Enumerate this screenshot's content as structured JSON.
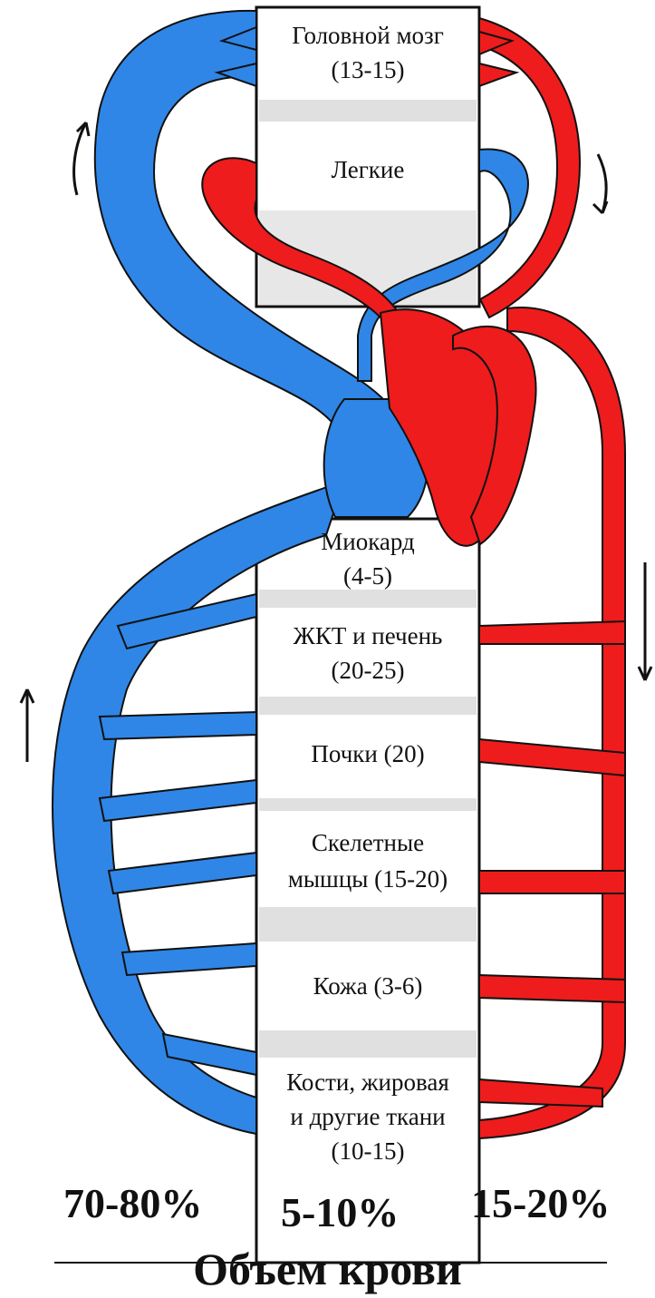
{
  "organs": [
    {
      "name": "Головной мозг",
      "value": "(13-15)"
    },
    {
      "name": "Легкие",
      "value": ""
    },
    {
      "name": "Миокард",
      "value": "(4-5)"
    },
    {
      "name": "ЖКТ и печень",
      "value": "(20-25)"
    },
    {
      "name": "Почки (20)",
      "value": ""
    },
    {
      "name": "Скелетные",
      "value": "мышцы (15-20)"
    },
    {
      "name": "Кожа (3-6)",
      "value": ""
    },
    {
      "name": "Кости, жировая",
      "value": "и другие ткани",
      "extra": "(10-15)"
    }
  ],
  "volumes": {
    "venous": "70-80%",
    "capillary": "5-10%",
    "arterial": "15-20%"
  },
  "caption": "Объем крови",
  "colors": {
    "venous": "#2f86e6",
    "arterial": "#ee1c1c",
    "outline": "#111111"
  }
}
